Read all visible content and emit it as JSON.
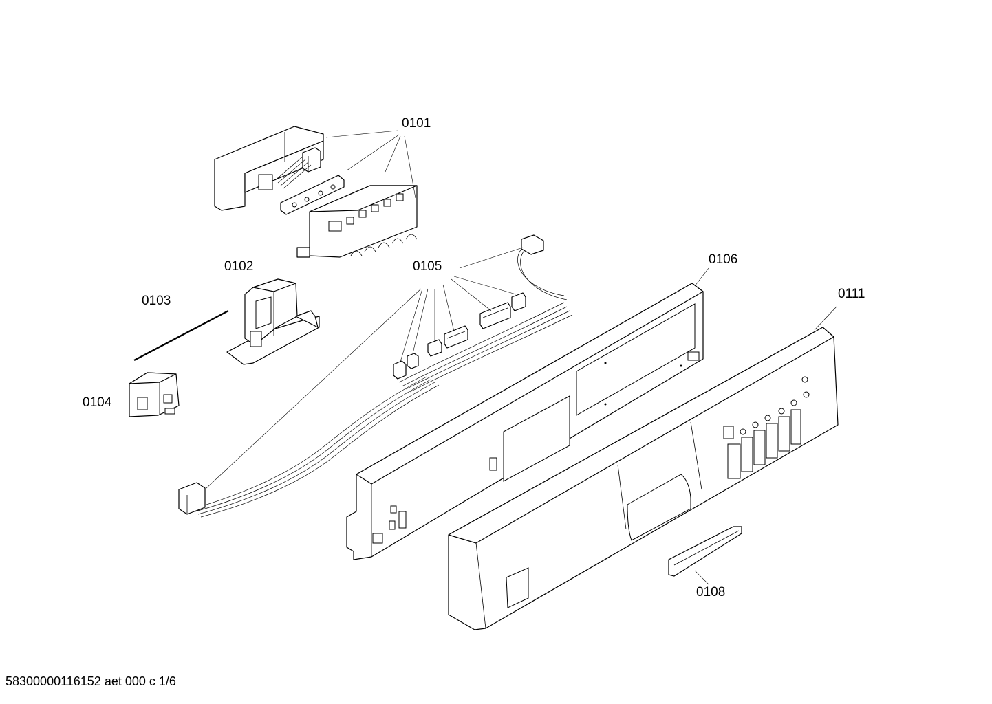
{
  "labels": {
    "p0101": "0101",
    "p0102": "0102",
    "p0103": "0103",
    "p0104": "0104",
    "p0105": "0105",
    "p0106": "0106",
    "p0108": "0108",
    "p0111": "0111"
  },
  "footer": "58300000116152 aet 000 c 1/6"
}
